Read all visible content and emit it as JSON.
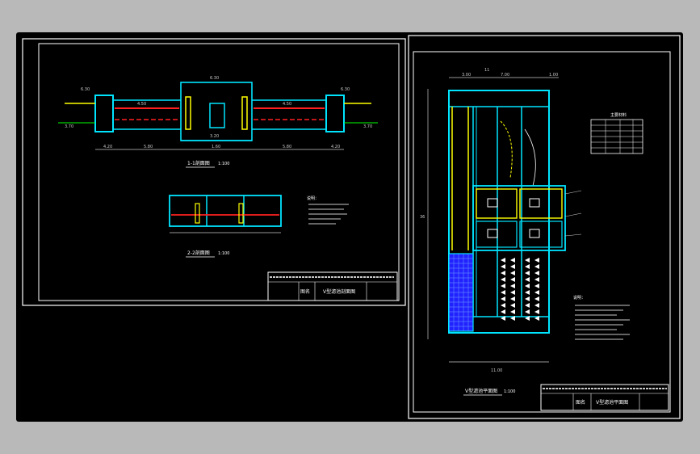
{
  "background": "#b9b9b9",
  "sheet_color": "#000000",
  "colors": {
    "frame": "#ffffff",
    "wall": "#00e5ff",
    "pipe": "#ffff00",
    "hot": "#ff2020",
    "dim": "#c8c8c8",
    "green": "#00ff00",
    "fill": "#2222ff"
  },
  "sheet1": {
    "section1_title": "1-1剖面图",
    "section1_scale": "1:100",
    "section2_title": "2-2剖面图",
    "section2_scale": "1:100",
    "dims": {
      "d1": "4.20",
      "d2": "5.80",
      "d3": "1.60",
      "d4": "5.80",
      "d5": "4.20"
    },
    "levels": {
      "top_left": "6.30",
      "top_right": "6.30",
      "top_mid": "6.30",
      "mid_left": "4.50",
      "mid_right": "4.50",
      "bottom_mid": "3.20",
      "bottom_left": "3.70",
      "bottom_right": "3.70"
    },
    "notes_title": "说明：",
    "title_block": {
      "drawing_name": "V型滤池剖面图",
      "label_name": "图名"
    }
  },
  "sheet2": {
    "plan_title": "V型滤池平面图",
    "plan_scale": "1:100",
    "dims": {
      "top_total": "11",
      "top_a": "3.00",
      "top_b": "7.00",
      "top_c": "1.00",
      "bottom_total": "11.00",
      "left_total": "36"
    },
    "legend_title": "主要材料",
    "notes_title": "说明：",
    "title_block": {
      "drawing_name": "V型滤池平面图",
      "label_name": "图名"
    }
  }
}
